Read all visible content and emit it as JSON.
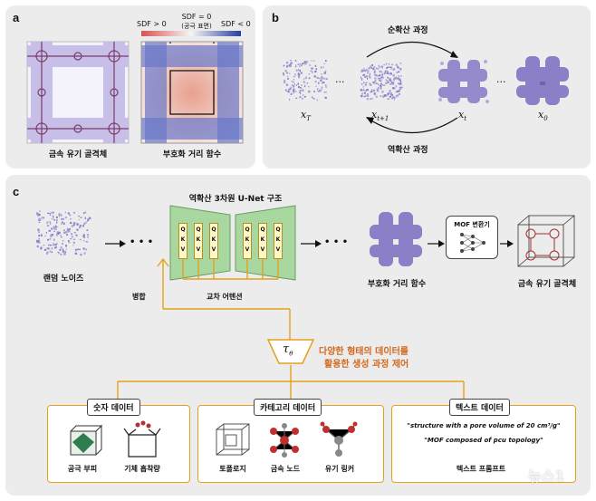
{
  "panel_a": {
    "label": "a",
    "sdf_positive": "SDF > 0",
    "sdf_zero": "SDF = 0",
    "sdf_zero_sub": "(공극 표면)",
    "sdf_negative": "SDF < 0",
    "left_caption": "금속 유기 골격체",
    "right_caption": "부호화 거리 함수"
  },
  "panel_b": {
    "label": "b",
    "forward": "순확산 과정",
    "reverse": "역확산 과정",
    "x_T": "x",
    "x_T_sub": "T",
    "x_t1": "x",
    "x_t1_sub": "t+1",
    "x_t": "x",
    "x_t_sub": "t",
    "x_0": "x",
    "x_0_sub": "0",
    "dots": "···"
  },
  "panel_c": {
    "label": "c",
    "unet_title": "역확산 3차원 U-Net 구조",
    "noise_caption": "랜덤 노이즈",
    "sdf_caption": "부호화 거리 함수",
    "converter": "MOF 변환기",
    "mof_caption": "금속 유기 골격체",
    "merge": "병합",
    "cross_attention": "교차 어텐션",
    "qkv": [
      "Q",
      "K",
      "V"
    ],
    "tau": "τ",
    "tau_sub": "θ",
    "desc_line1": "다양한 형태의 데이터를",
    "desc_line2": "활용한 생성 과정 제어",
    "dots": "• • •",
    "numeric": {
      "title": "숫자 데이터",
      "item1": "공극 부피",
      "item2": "기체 흡착량"
    },
    "category": {
      "title": "카테고리 데이터",
      "item1": "토폴로지",
      "item2": "금속 노드",
      "item3": "유기 링커"
    },
    "text": {
      "title": "텍스트 데이터",
      "quote1": "\"structure with a pore volume of 20 cm³/g\"",
      "quote2": "\"MOF composed of pcu topology\"",
      "caption": "텍스트 프롬프트"
    }
  },
  "watermark": "뉴스1",
  "colors": {
    "purple": "#8b7fc8",
    "unet_green": "#a8d8a0",
    "orange": "#d2691e",
    "gold": "#e3a21a"
  }
}
